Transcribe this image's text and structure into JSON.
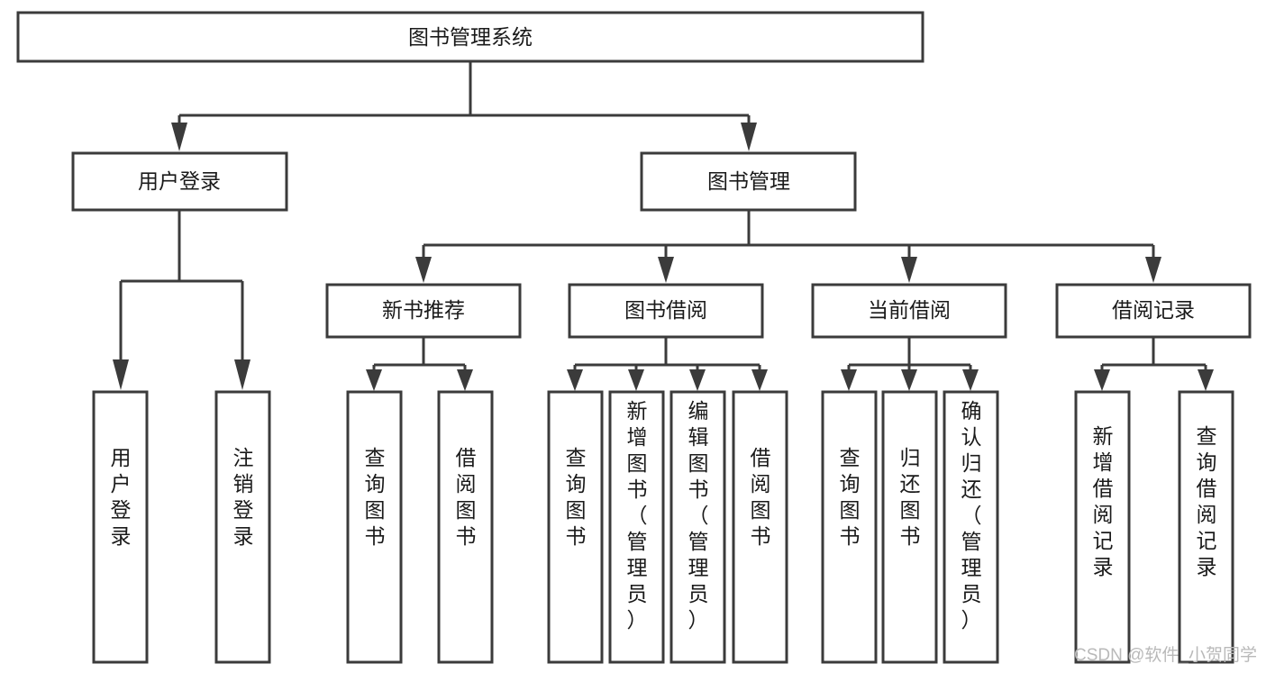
{
  "diagram": {
    "title": "图书管理系统",
    "type": "hierarchy-tree",
    "root": {
      "id": "root",
      "label": "图书管理系统"
    },
    "level2": [
      {
        "id": "user-login",
        "label": "用户登录"
      },
      {
        "id": "book-manage",
        "label": "图书管理"
      }
    ],
    "level3": [
      {
        "id": "new-book-rec",
        "label": "新书推荐",
        "parent": "book-manage"
      },
      {
        "id": "book-borrow",
        "label": "图书借阅",
        "parent": "book-manage"
      },
      {
        "id": "current-borrow",
        "label": "当前借阅",
        "parent": "book-manage"
      },
      {
        "id": "borrow-record",
        "label": "借阅记录",
        "parent": "book-manage"
      }
    ],
    "leaves": [
      {
        "id": "leaf-user-login",
        "label": "用户登录",
        "parent": "user-login"
      },
      {
        "id": "leaf-user-logout",
        "label": "注销登录",
        "parent": "user-login"
      },
      {
        "id": "leaf-query-book-1",
        "label": "查询图书",
        "parent": "new-book-rec"
      },
      {
        "id": "leaf-borrow-book-1",
        "label": "借阅图书",
        "parent": "new-book-rec"
      },
      {
        "id": "leaf-query-book-2",
        "label": "查询图书",
        "parent": "book-borrow"
      },
      {
        "id": "leaf-add-book",
        "label": "新增图书（管理员）",
        "parent": "book-borrow"
      },
      {
        "id": "leaf-edit-book",
        "label": "编辑图书（管理员）",
        "parent": "book-borrow"
      },
      {
        "id": "leaf-borrow-book-2",
        "label": "借阅图书",
        "parent": "book-borrow"
      },
      {
        "id": "leaf-query-book-3",
        "label": "查询图书",
        "parent": "current-borrow"
      },
      {
        "id": "leaf-return-book",
        "label": "归还图书",
        "parent": "current-borrow"
      },
      {
        "id": "leaf-confirm-return",
        "label": "确认归还（管理员）",
        "parent": "current-borrow"
      },
      {
        "id": "leaf-add-record",
        "label": "新增借阅记录",
        "parent": "borrow-record"
      },
      {
        "id": "leaf-query-record",
        "label": "查询借阅记录",
        "parent": "borrow-record"
      }
    ]
  },
  "watermark": {
    "text": "CSDN @软件_小贺同学"
  },
  "colors": {
    "box_stroke": "#3b3b3b",
    "box_fill": "#ffffff",
    "text": "#1a1a1a",
    "connector": "#3b3b3b",
    "watermark": "#b9b9b9",
    "background": "#ffffff"
  }
}
